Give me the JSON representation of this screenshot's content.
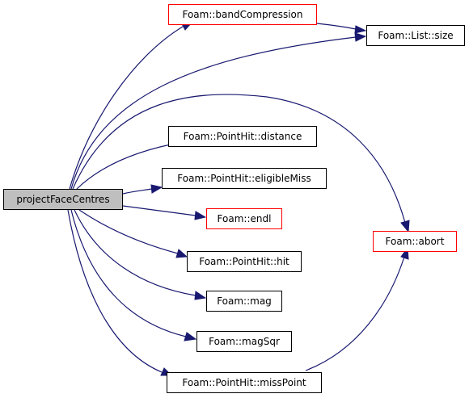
{
  "diagram": {
    "colors": {
      "edge": "#191970",
      "node_border": "#000000",
      "node_border_truncated": "#ff0000",
      "root_fill": "#bfbfbf",
      "node_fill": "#ffffff"
    },
    "nodes": {
      "root": {
        "label": "projectFaceCentres"
      },
      "bandCompression": {
        "label": "Foam::bandCompression"
      },
      "listSize": {
        "label": "Foam::List::size"
      },
      "distance": {
        "label": "Foam::PointHit::distance"
      },
      "eligibleMiss": {
        "label": "Foam::PointHit::eligibleMiss"
      },
      "endl": {
        "label": "Foam::endl"
      },
      "abort": {
        "label": "Foam::abort"
      },
      "hit": {
        "label": "Foam::PointHit::hit"
      },
      "mag": {
        "label": "Foam::mag"
      },
      "magSqr": {
        "label": "Foam::magSqr"
      },
      "missPoint": {
        "label": "Foam::PointHit::missPoint"
      }
    },
    "edges": [
      {
        "from": "root",
        "to": "bandCompression"
      },
      {
        "from": "root",
        "to": "listSize"
      },
      {
        "from": "root",
        "to": "abort"
      },
      {
        "from": "root",
        "to": "distance"
      },
      {
        "from": "root",
        "to": "eligibleMiss"
      },
      {
        "from": "root",
        "to": "endl"
      },
      {
        "from": "root",
        "to": "hit"
      },
      {
        "from": "root",
        "to": "mag"
      },
      {
        "from": "root",
        "to": "magSqr"
      },
      {
        "from": "root",
        "to": "missPoint"
      },
      {
        "from": "bandCompression",
        "to": "listSize"
      },
      {
        "from": "missPoint",
        "to": "abort"
      }
    ]
  }
}
